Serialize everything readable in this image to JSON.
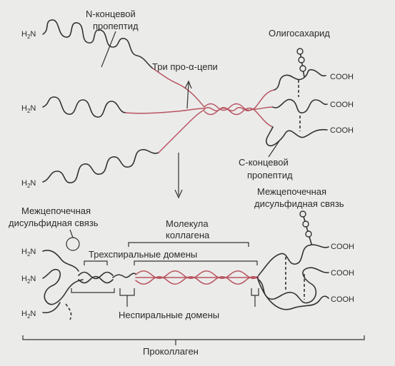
{
  "labels": {
    "n_propeptide_1": "N-концевой",
    "n_propeptide_2": "пропептид",
    "three_chains": "Три про-α-цепи",
    "oligosaccharide": "Олигосахарид",
    "c_propeptide_1": "С-концевой",
    "c_propeptide_2": "пропептид",
    "disulfide_left_1": "Межцепочечная",
    "disulfide_left_2": "дисульфидная связь",
    "disulfide_right_1": "Межцепочечная",
    "disulfide_right_2": "дисульфидная связь",
    "collagen_molecule_1": "Молекула",
    "collagen_molecule_2": "коллагена",
    "triple_helix_domains": "Трехспиральные домены",
    "nonhelical_domains": "Неспиральные домены",
    "procollagen": "Проколлаген"
  },
  "n_terminus": {
    "prefix": "H",
    "subscript": "2",
    "suffix": "N"
  },
  "c_terminus": "COOH",
  "colors": {
    "chain": "#333333",
    "helix": "#b85560",
    "background": "#ebebea"
  }
}
